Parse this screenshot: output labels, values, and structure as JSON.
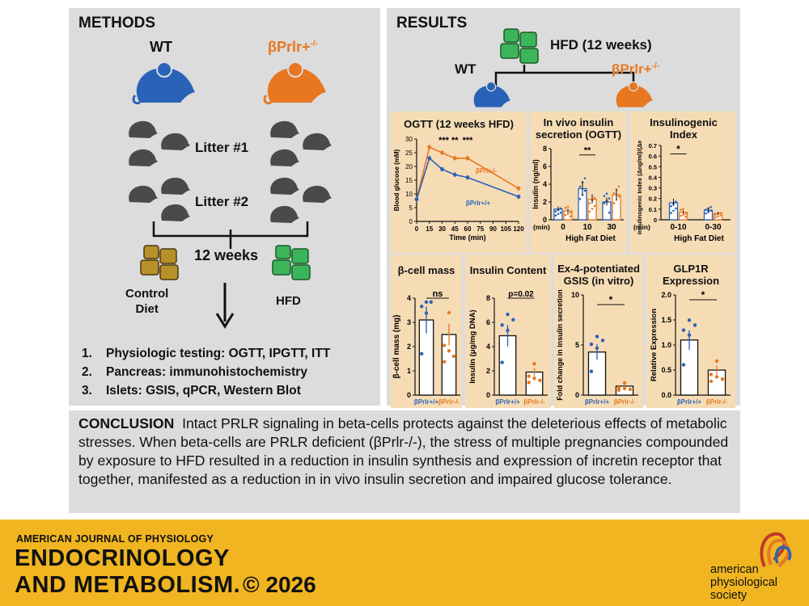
{
  "methods": {
    "title": "METHODS",
    "wt": "WT",
    "ko": "βPrlr+",
    "ko_sup": "-/-",
    "litter1": "Litter #1",
    "litter2": "Litter #2",
    "weeks": "12 weeks",
    "control_diet": "Control\nDiet",
    "hfd": "HFD",
    "steps": [
      {
        "num": "1.",
        "text": "Physiologic testing: OGTT, IPGTT, ITT"
      },
      {
        "num": "2.",
        "text": "Pancreas: immunohistochemistry"
      },
      {
        "num": "3.",
        "text": "Islets: GSIS, qPCR, Western Blot"
      }
    ]
  },
  "results": {
    "title": "RESULTS",
    "hfd_label": "HFD (12 weeks)",
    "wt": "WT",
    "ko": "βPrlr+",
    "ko_sup": "-/-"
  },
  "colors": {
    "wt": "#2a62b8",
    "ko": "#e87722",
    "panel": "#dcdcdc",
    "subpanel": "#f6dcb5",
    "footer": "#f0b521",
    "mouse_dark": "#4a4a4a"
  },
  "conclusion": {
    "label": "CONCLUSION",
    "text": "Intact PRLR signaling in beta-cells protects against the deleterious effects of metabolic stresses. When beta-cells are PRLR deficient (βPrlr-/-), the stress of multiple pregnancies compounded by exposure to HFD resulted in a reduction in insulin synthesis and expression of incretin receptor that together, manifested as a reduction in in vivo insulin secretion and impaired glucose tolerance."
  },
  "footer": {
    "journal_small": "AMERICAN JOURNAL OF PHYSIOLOGY",
    "journal_line1": "ENDOCRINOLOGY",
    "journal_line2": "AND METABOLISM.",
    "copyright": "© 2026",
    "society1": "american",
    "society2": "physiological",
    "society3": "society"
  },
  "chart_data": [
    {
      "type": "line",
      "title": "OGTT (12 weeks HFD)",
      "xlabel": "Time (min)",
      "ylabel": "Blood glucose (mM)",
      "x": [
        0,
        15,
        30,
        45,
        60,
        120
      ],
      "xticks": [
        0,
        15,
        30,
        45,
        60,
        75,
        90,
        105,
        120
      ],
      "yticks": [
        0,
        5,
        10,
        15,
        20,
        25,
        30
      ],
      "ylim": [
        0,
        30
      ],
      "series": [
        {
          "name": "βPrlr-/-",
          "color": "#e87722",
          "values": [
            8,
            27,
            25,
            23,
            23,
            12
          ]
        },
        {
          "name": "βPrlr+/+",
          "color": "#2a62b8",
          "values": [
            8,
            23,
            19,
            17,
            16,
            9
          ]
        }
      ],
      "annotations": [
        "***",
        "**",
        "***"
      ]
    },
    {
      "type": "bar",
      "title": "In vivo insulin secretion (OGTT)",
      "ylabel": "Insulin (ng/ml)",
      "xlabel": "High Fat Diet",
      "xprefix": "(min)",
      "categories": [
        "0",
        "10",
        "30"
      ],
      "yticks": [
        0,
        2,
        4,
        6,
        8
      ],
      "ylim": [
        0,
        8
      ],
      "series": [
        {
          "name": "βPrlr+/+",
          "color": "#2a62b8",
          "values": [
            1.2,
            3.5,
            2.0
          ]
        },
        {
          "name": "βPrlr-/-",
          "color": "#e87722",
          "values": [
            1.0,
            2.3,
            2.8
          ]
        }
      ],
      "annotations": [
        "**"
      ]
    },
    {
      "type": "bar",
      "title": "Insulinogenic Index",
      "ylabel": "Insulinogenic Index (Δng/ml)/(ΔmM)",
      "xlabel": "High Fat Diet",
      "xprefix": "(min)",
      "categories": [
        "0-10",
        "0-30"
      ],
      "yticks": [
        0.0,
        0.1,
        0.2,
        0.3,
        0.4,
        0.5,
        0.6,
        0.7
      ],
      "ylim": [
        0,
        0.7
      ],
      "series": [
        {
          "name": "βPrlr+/+",
          "color": "#2a62b8",
          "values": [
            0.16,
            0.09
          ]
        },
        {
          "name": "βPrlr-/-",
          "color": "#e87722",
          "values": [
            0.07,
            0.06
          ]
        }
      ],
      "annotations": [
        "*"
      ]
    },
    {
      "type": "bar",
      "title": "β-cell mass",
      "ylabel": "β-cell mass (mg)",
      "categories": [
        "βPrlr+/+",
        "βPrlr-/-"
      ],
      "values": [
        3.1,
        2.5
      ],
      "colors": [
        "#2a62b8",
        "#e87722"
      ],
      "yticks": [
        0,
        1,
        2,
        3,
        4
      ],
      "ylim": [
        0,
        4
      ],
      "annotations": [
        "ns"
      ]
    },
    {
      "type": "bar",
      "title": "Insulin Content",
      "ylabel": "Insulin (μg/mg DNA)",
      "categories": [
        "βPrlr+/+",
        "βPrlr-/-"
      ],
      "values": [
        4.9,
        1.9
      ],
      "colors": [
        "#2a62b8",
        "#e87722"
      ],
      "yticks": [
        0,
        2,
        4,
        6,
        8
      ],
      "ylim": [
        0,
        8
      ],
      "annotations": [
        "p=0.02"
      ]
    },
    {
      "type": "bar",
      "title": "Ex-4-potentiated GSIS (in vitro)",
      "ylabel": "Fold change in insulin secretion",
      "categories": [
        "βPrlr+/+",
        "βPrlr-/-"
      ],
      "values": [
        4.3,
        0.9
      ],
      "colors": [
        "#2a62b8",
        "#e87722"
      ],
      "yticks": [
        0,
        5,
        10
      ],
      "ylim": [
        0,
        10
      ],
      "annotations": [
        "*"
      ]
    },
    {
      "type": "bar",
      "title": "GLP1R Expression",
      "ylabel": "Relative Expression",
      "categories": [
        "βPrlr+/+",
        "βPrlr-/-"
      ],
      "values": [
        1.1,
        0.5
      ],
      "colors": [
        "#2a62b8",
        "#e87722"
      ],
      "yticks": [
        0.0,
        0.5,
        1.0,
        1.5,
        2.0
      ],
      "ylim": [
        0,
        2.0
      ],
      "annotations": [
        "*"
      ]
    }
  ]
}
